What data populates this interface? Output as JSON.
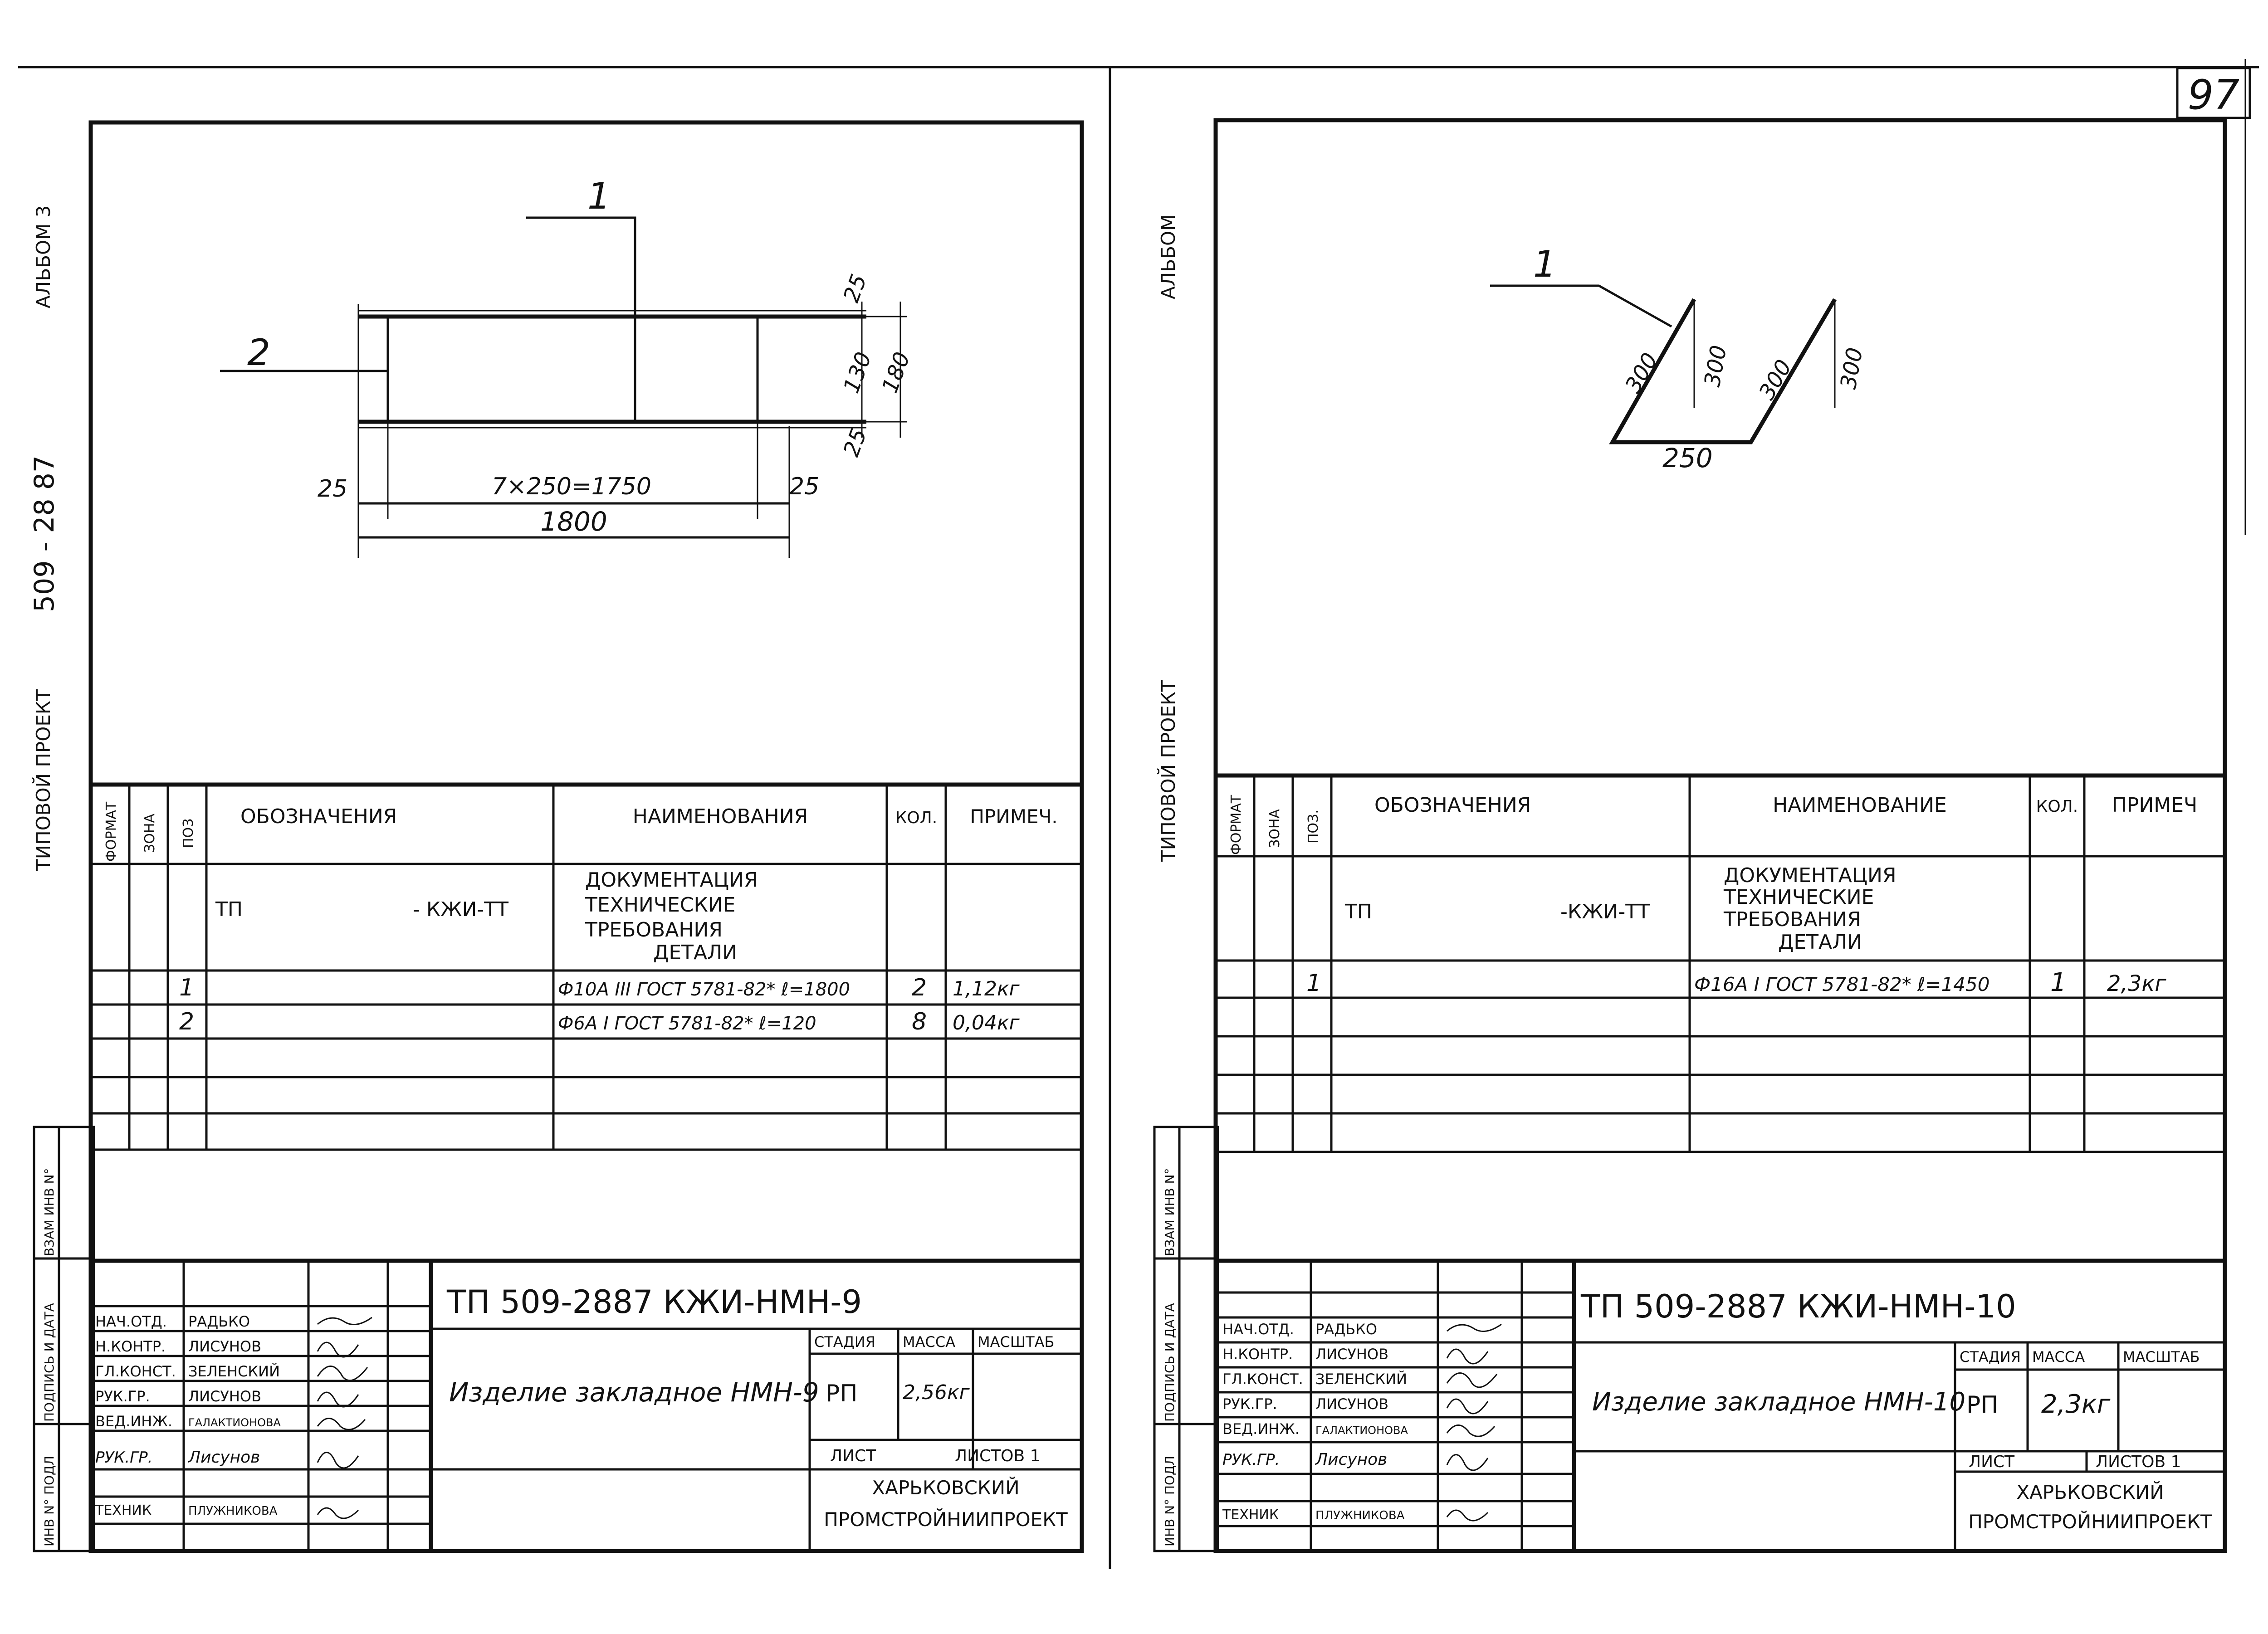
{
  "page_number": "97",
  "left_sheet": {
    "margin": {
      "album": "АЛЬБОМ 3",
      "project_no": "509 - 28 87",
      "project_label": "ТИПОВОЙ ПРОЕКТ",
      "vzam_inv": "ВЗАМ ИНВ N°",
      "podpis_data": "ПОДПИСЬ И ДАТА",
      "inv_podl": "ИНВ N° ПОДЛ"
    },
    "drawing": {
      "pos1": "1",
      "pos2": "2",
      "dim_25_top": "25",
      "dim_130": "130",
      "dim_180": "180",
      "dim_25_bottom": "25",
      "dim_25_left": "25",
      "dim_25_right": "25",
      "dim_7x250": "7×250=1750",
      "dim_1800": "1800"
    },
    "table": {
      "headers": {
        "format": "ФОРМАТ",
        "zone": "ЗОНА",
        "pos": "ПОЗ",
        "designation": "ОБОЗНАЧЕНИЯ",
        "name": "НАИМЕНОВАНИЯ",
        "qty": "КОЛ.",
        "note": "ПРИМЕЧ."
      },
      "doc_tp": "ТП",
      "doc_kzhi": "- КЖИ-ТТ",
      "doc_lines": [
        "ДОКУМЕНТАЦИЯ",
        "ТЕХНИЧЕСКИЕ",
        "ТРЕБОВАНИЯ",
        "ДЕТАЛИ"
      ],
      "rows": [
        {
          "pos": "1",
          "name": "Ф10А III ГОСТ 5781-82* ℓ=1800",
          "qty": "2",
          "note": "1,12кг"
        },
        {
          "pos": "2",
          "name": "Ф6А I ГОСТ 5781-82* ℓ=120",
          "qty": "8",
          "note": "0,04кг"
        }
      ]
    },
    "stamp": {
      "code": "ТП  509-2887  КЖИ-НМН-9",
      "title": "Изделие закладное НМН-9",
      "stage_label": "СТАДИЯ",
      "mass_label": "МАССА",
      "scale_label": "МАСШТАБ",
      "stage": "РП",
      "mass": "2,56кг",
      "sheet_label": "ЛИСТ",
      "sheets_label": "ЛИСТОВ 1",
      "org_line1": "ХАРЬКОВСКИЙ",
      "org_line2": "ПРОМСТРОЙНИИПРОЕКТ",
      "roles": [
        "НАЧ.ОТД.",
        "Н.КОНТР.",
        "ГЛ.КОНСТ.",
        "РУК.ГР.",
        "ВЕД.ИНЖ.",
        "РУК.ГР.",
        "",
        "ТЕХНИК"
      ],
      "names": [
        "РАДЬКО",
        "ЛИСУНОВ",
        "ЗЕЛЕНСКИЙ",
        "ЛИСУНОВ",
        "ГАЛАКТИОНОВА",
        "Лисунов",
        "",
        "ПЛУЖНИКОВА"
      ]
    }
  },
  "right_sheet": {
    "margin": {
      "album": "АЛЬБОМ",
      "project_label": "ТИПОВОЙ ПРОЕКТ",
      "vzam_inv": "ВЗАМ ИНВ N°",
      "podpis_data": "ПОДПИСЬ И ДАТА",
      "inv_podl": "ИНВ N° ПОДЛ"
    },
    "drawing": {
      "pos1": "1",
      "dim_300_a": "300",
      "dim_300_b": "300",
      "dim_300_c": "300",
      "dim_300_d": "300",
      "dim_250": "250"
    },
    "table": {
      "headers": {
        "format": "ФОРМАТ",
        "zone": "ЗОНА",
        "pos": "ПОЗ.",
        "designation": "ОБОЗНАЧЕНИЯ",
        "name": "НАИМЕНОВАНИЕ",
        "qty": "КОЛ.",
        "note": "ПРИМЕЧ"
      },
      "doc_tp": "ТП",
      "doc_kzhi": "-КЖИ-ТТ",
      "doc_lines": [
        "ДОКУМЕНТАЦИЯ",
        "ТЕХНИЧЕСКИЕ",
        "ТРЕБОВАНИЯ",
        "ДЕТАЛИ"
      ],
      "rows": [
        {
          "pos": "1",
          "name": "Ф16А I ГОСТ 5781-82* ℓ=1450",
          "qty": "1",
          "note": "2,3кг"
        }
      ]
    },
    "stamp": {
      "code": "ТП  509-2887  КЖИ-НМН-10",
      "title": "Изделие закладное НМН-10",
      "stage_label": "СТАДИЯ",
      "mass_label": "МАССА",
      "scale_label": "МАСШТАБ",
      "stage": "РП",
      "mass": "2,3кг",
      "sheet_label": "ЛИСТ",
      "sheets_label": "ЛИСТОВ 1",
      "org_line1": "ХАРЬКОВСКИЙ",
      "org_line2": "ПРОМСТРОЙНИИПРОЕКТ",
      "roles": [
        "НАЧ.ОТД.",
        "Н.КОНТР.",
        "ГЛ.КОНСТ.",
        "РУК.ГР.",
        "ВЕД.ИНЖ.",
        "РУК.ГР.",
        "",
        "ТЕХНИК"
      ],
      "names": [
        "РАДЬКО",
        "ЛИСУНОВ",
        "ЗЕЛЕНСКИЙ",
        "ЛИСУНОВ",
        "ГАЛАКТИОНОВА",
        "Лисунов",
        "",
        "ПЛУЖНИКОВА"
      ]
    }
  }
}
